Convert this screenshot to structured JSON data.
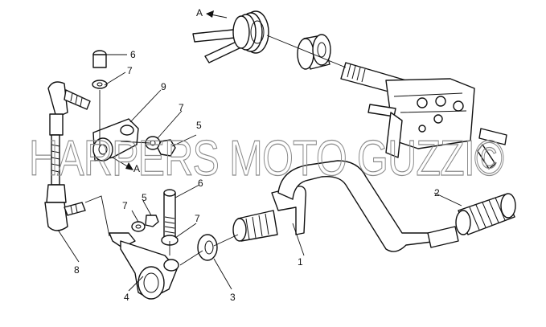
{
  "callouts": {
    "c1": "1",
    "c2": "2",
    "c3": "3",
    "c4": "4",
    "c5a": "5",
    "c5b": "5",
    "c6a": "6",
    "c6b": "6",
    "c7a": "7",
    "c7b": "7",
    "c7c": "7",
    "c7d": "7",
    "c8": "8",
    "c9": "9"
  },
  "arrow_labels": {
    "top": "A",
    "rod": "A"
  },
  "watermark": "HARPERS MOTO GUZZI©"
}
